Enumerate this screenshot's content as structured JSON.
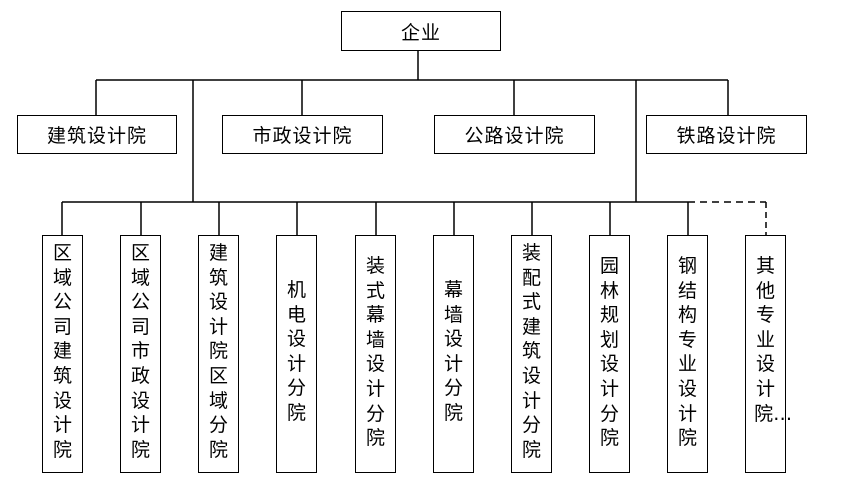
{
  "root": {
    "label": "企业"
  },
  "institutes": [
    {
      "label": "建筑设计院"
    },
    {
      "label": "市政设计院"
    },
    {
      "label": "公路设计院"
    },
    {
      "label": "铁路设计院"
    }
  ],
  "branches": [
    {
      "label": "区域公司建筑设计院"
    },
    {
      "label": "区域公司市政设计院"
    },
    {
      "label": "建筑设计院区域分院"
    },
    {
      "label": "机电设计分院"
    },
    {
      "label": "装式幕墙设计分院"
    },
    {
      "label": "幕墙设计分院"
    },
    {
      "label": "装配式建筑设计分院"
    },
    {
      "label": "园林规划设计分院"
    },
    {
      "label": "钢结构专业设计院"
    },
    {
      "label": "其他专业设计院…"
    }
  ]
}
